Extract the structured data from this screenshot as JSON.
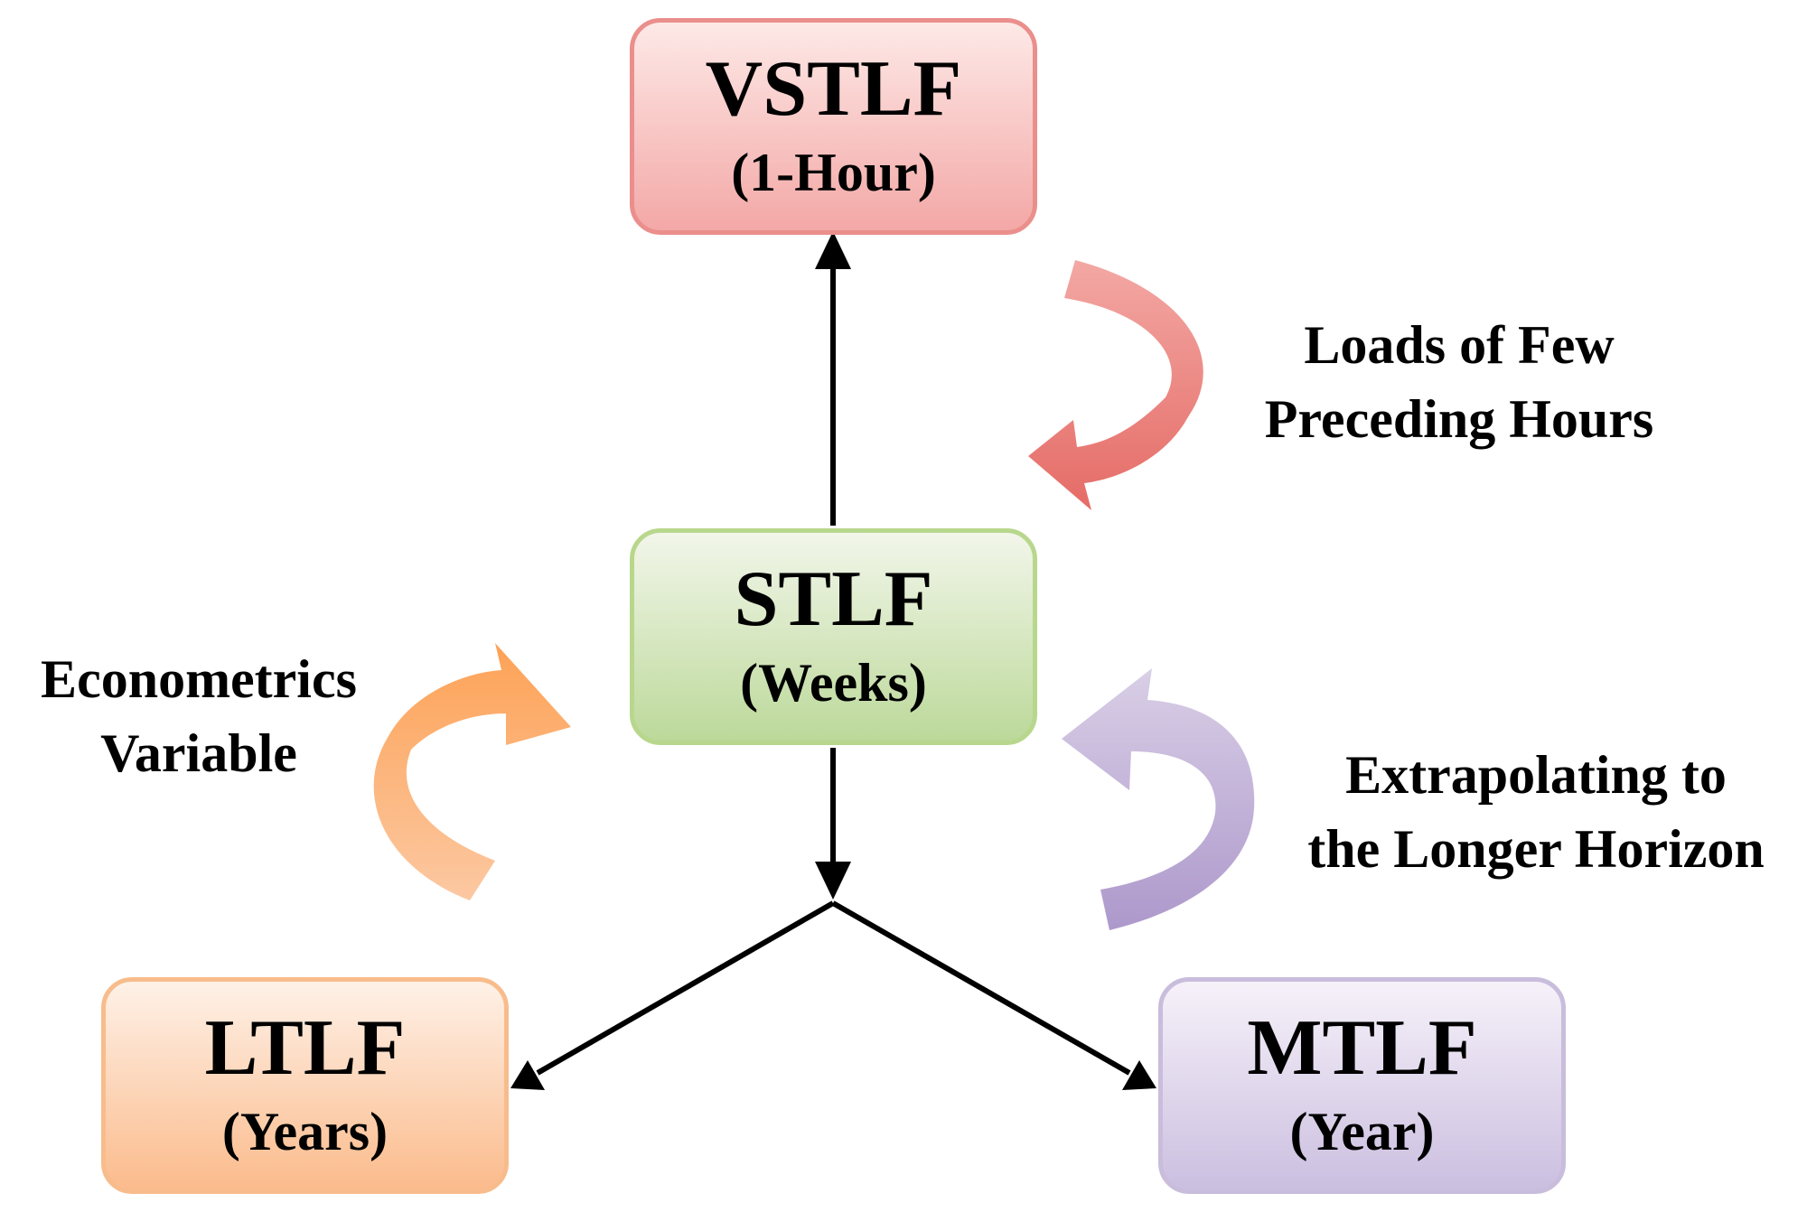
{
  "nodes": {
    "vstlf": {
      "abbr": "VSTLF",
      "span": "(1-Hour)"
    },
    "stlf": {
      "abbr": "STLF",
      "span": "(Weeks)"
    },
    "ltlf": {
      "abbr": "LTLF",
      "span": "(Years)"
    },
    "mtlf": {
      "abbr": "MTLF",
      "span": "(Year)"
    }
  },
  "notes": {
    "vstlf": [
      "Loads of Few",
      "Preceding Hours"
    ],
    "ltlf": [
      "Econometrics",
      "Variable"
    ],
    "mtlf": [
      "Extrapolating to",
      "the Longer Horizon"
    ]
  },
  "colors": {
    "vstlf_arrow": "#e8726b",
    "ltlf_arrow": "#fba66a",
    "mtlf_arrow": "#b9a6d0",
    "connector": "#000000"
  }
}
